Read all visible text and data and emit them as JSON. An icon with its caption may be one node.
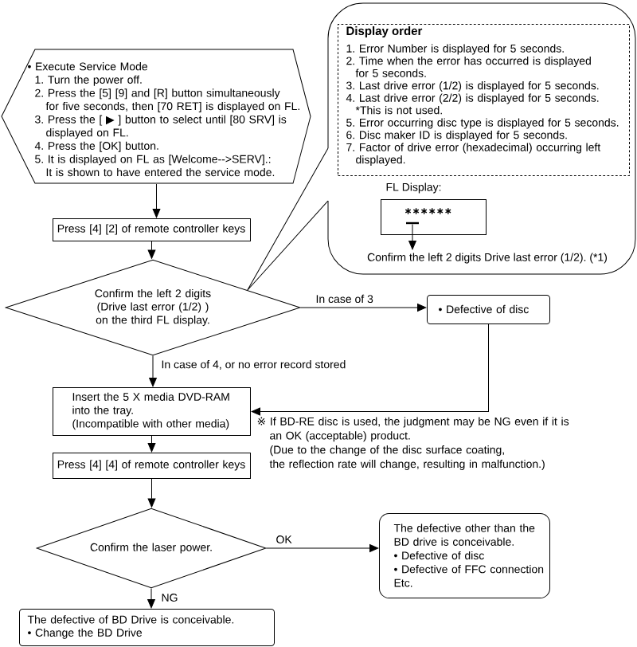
{
  "diagram": {
    "nodes": [
      {
        "text": [
          "• Execute Service Mode",
          "1. Turn the power off.",
          "2. Press the [5] [9] and [R] button simultaneously for five seconds, then [70 RET] is displayed on FL.",
          "3. Press the [ ▶ ] button to select until [80 SRV] is displayed on FL.",
          "4. Press the [OK] button.",
          "5. It is displayed on FL as [Welcome-->SERV].: It is shown to have entered the service mode."
        ]
      },
      {
        "text": [],
        "shape": "callout"
      },
      {
        "text": [
          "Display order",
          "1. Error Number is displayed for 5 seconds.",
          "2. Time when the error has occurred is displayed for 5 seconds.",
          "3. Last drive error (1/2) is displayed for 5 seconds.",
          "4. Last drive error (2/2) is displayed for 5 seconds.",
          "*This is not used.",
          "5. Error occurring disc type is displayed for 5 seconds.",
          "6. Disc maker ID is displayed for 5 seconds.",
          "7. Factor of drive error (hexadecimal) occurring left displayed."
        ],
        "in": 1
      },
      {
        "text": [
          "FL Display:",
          "∗∗∗∗∗∗"
        ],
        "in": 1
      },
      {
        "text": [
          "Confirm the left 2 digits Drive last error (1/2). (*1)"
        ],
        "in": 1
      },
      {
        "text": [
          "Press [4] [2] of remote controller keys"
        ]
      },
      {
        "text": [
          "Confirm the left 2 digits (Drive last error (1/2) ) on the third FL display."
        ]
      },
      {
        "text": [
          "• Defective of disc"
        ]
      },
      {
        "text": [
          "Insert the 5 X media DVD-RAM into the tray.",
          "(Incompatible with other media)"
        ]
      },
      {
        "text": [
          "Press [4] [4] of remote controller keys"
        ]
      },
      {
        "text": [
          "Confirm the laser power."
        ]
      },
      {
        "text": [
          "The defective other than the BD drive is conceivable.",
          "• Defective of disc",
          "• Defective of FFC connection",
          "Etc."
        ]
      },
      {
        "text": [
          "The defective of BD Drive is conceivable.",
          "• Change the BD Drive"
        ]
      }
    ],
    "edges": [
      {
        "from": 0,
        "to": 5,
        "arrow": "to"
      },
      {
        "from": 1,
        "to": 6,
        "arrow": "none"
      },
      {
        "from": 3,
        "to": 4,
        "arrow": "to"
      },
      {
        "from": 5,
        "to": 6,
        "arrow": "to"
      },
      {
        "from": 6,
        "to": 7,
        "arrow": "to",
        "label": "In case of 3"
      },
      {
        "from": 6,
        "to": 8,
        "arrow": "to",
        "label": "In case of 4, or no error record stored"
      },
      {
        "from": 7,
        "to": 8,
        "arrow": "to"
      },
      {
        "from": 8,
        "to": 9,
        "arrow": "to"
      },
      {
        "from": 9,
        "to": 10,
        "arrow": "to"
      },
      {
        "from": 10,
        "to": 11,
        "arrow": "to",
        "label": "OK"
      },
      {
        "from": 10,
        "to": 12,
        "arrow": "to",
        "label": "NG"
      }
    ],
    "labels": [
      "※ If BD-RE disc is used, the judgment may be NG even if it is an OK (acceptable) product.",
      "(Due to the change of the disc surface coating, the reflection rate will change, resulting in malfunction.)"
    ]
  }
}
